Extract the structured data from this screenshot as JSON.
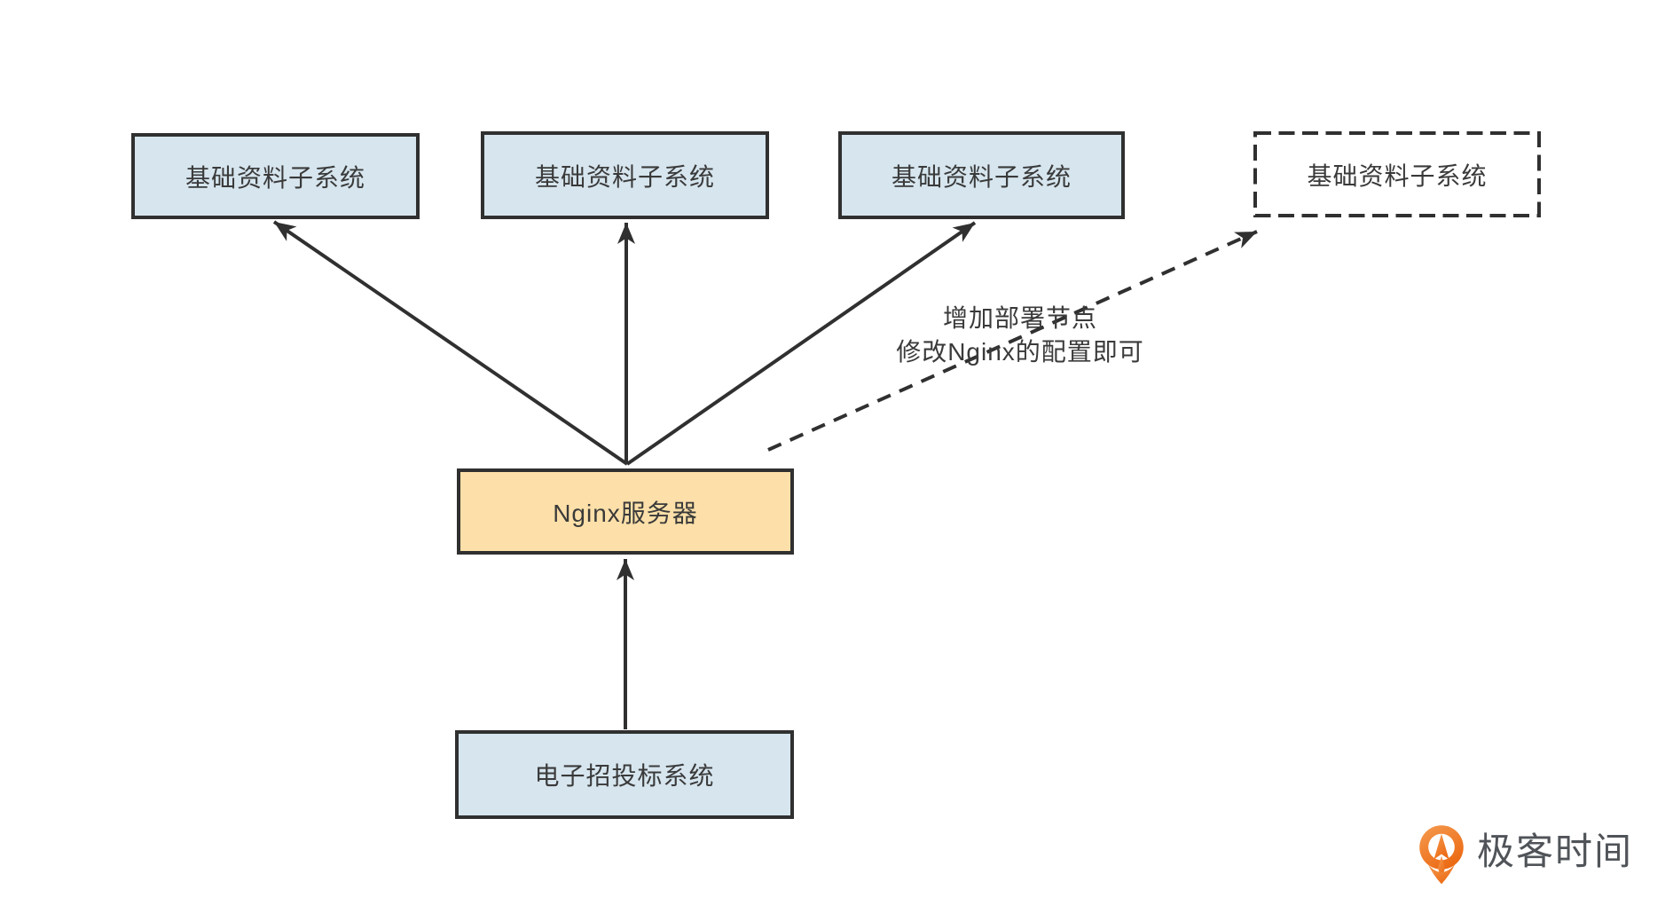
{
  "diagram": {
    "top_nodes": [
      {
        "label": "基础资料子系统",
        "style": "solid"
      },
      {
        "label": "基础资料子系统",
        "style": "solid"
      },
      {
        "label": "基础资料子系统",
        "style": "solid"
      },
      {
        "label": "基础资料子系统",
        "style": "dashed-planned"
      }
    ],
    "center_node": {
      "label": "Nginx服务器"
    },
    "source_node": {
      "label": "电子招投标系统"
    },
    "annotation": {
      "line1": "增加部署节点",
      "line2": "修改Nginx的配置即可"
    }
  },
  "branding": {
    "name": "极客时间",
    "logo_icon": "geektime-pin-icon"
  },
  "colors": {
    "node_fill_blue": "#d6e5ee",
    "node_fill_orange": "#fde0a9",
    "stroke_dark": "#303030",
    "text_dark": "#3a3a3a",
    "logo_orange_light": "#f59b50",
    "logo_orange_dark": "#ec6a14",
    "logo_text": "#505459"
  }
}
